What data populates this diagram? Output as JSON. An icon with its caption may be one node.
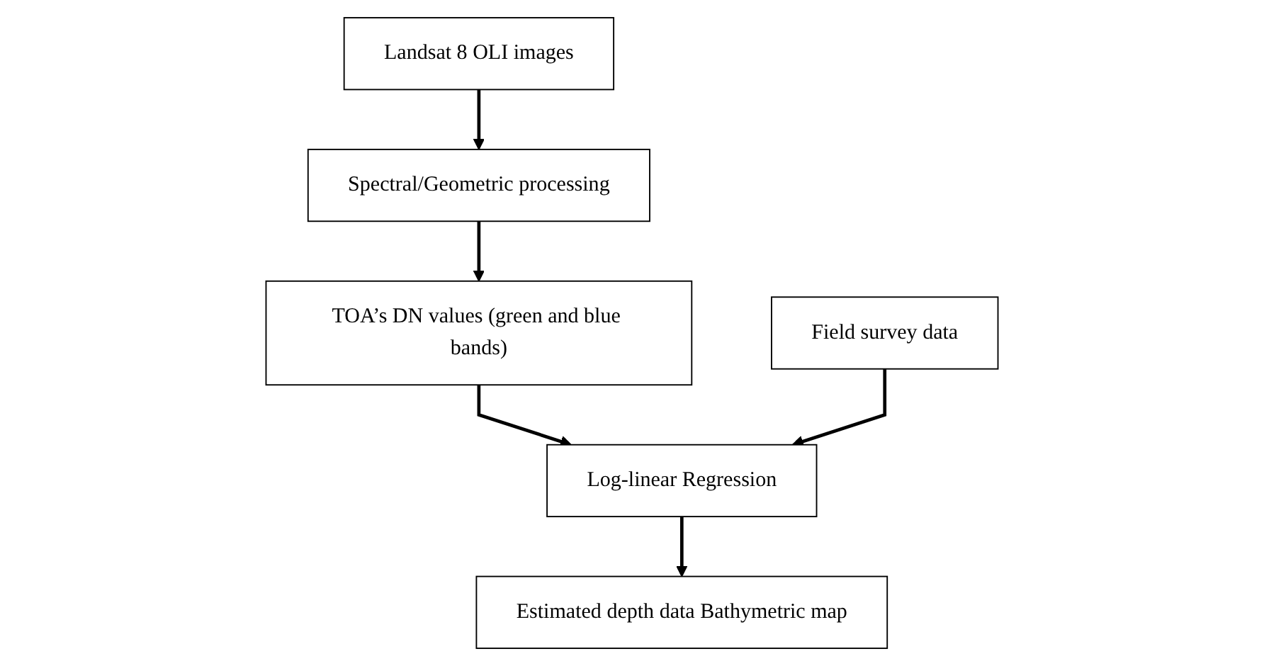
{
  "diagram": {
    "nodes": [
      {
        "text": [
          "Landsat 8 OLI images"
        ]
      },
      {
        "text": [
          "Field survey data"
        ]
      },
      {
        "text": [
          "Spectral/Geometric processing"
        ]
      },
      {
        "text": [
          "TOA’s DN values (green and blue bands)"
        ]
      },
      {
        "text": [
          "Log-linear Regression"
        ]
      },
      {
        "text": [
          "Estimated depth data Bathymetric map"
        ]
      }
    ],
    "edges": [
      {
        "from": 0,
        "to": 2,
        "arrow": "to"
      },
      {
        "from": 2,
        "to": 3,
        "arrow": "to"
      },
      {
        "from": 3,
        "to": 4,
        "arrow": "to"
      },
      {
        "from": 1,
        "to": 4,
        "arrow": "to"
      },
      {
        "from": 4,
        "to": 5,
        "arrow": "to"
      }
    ]
  }
}
